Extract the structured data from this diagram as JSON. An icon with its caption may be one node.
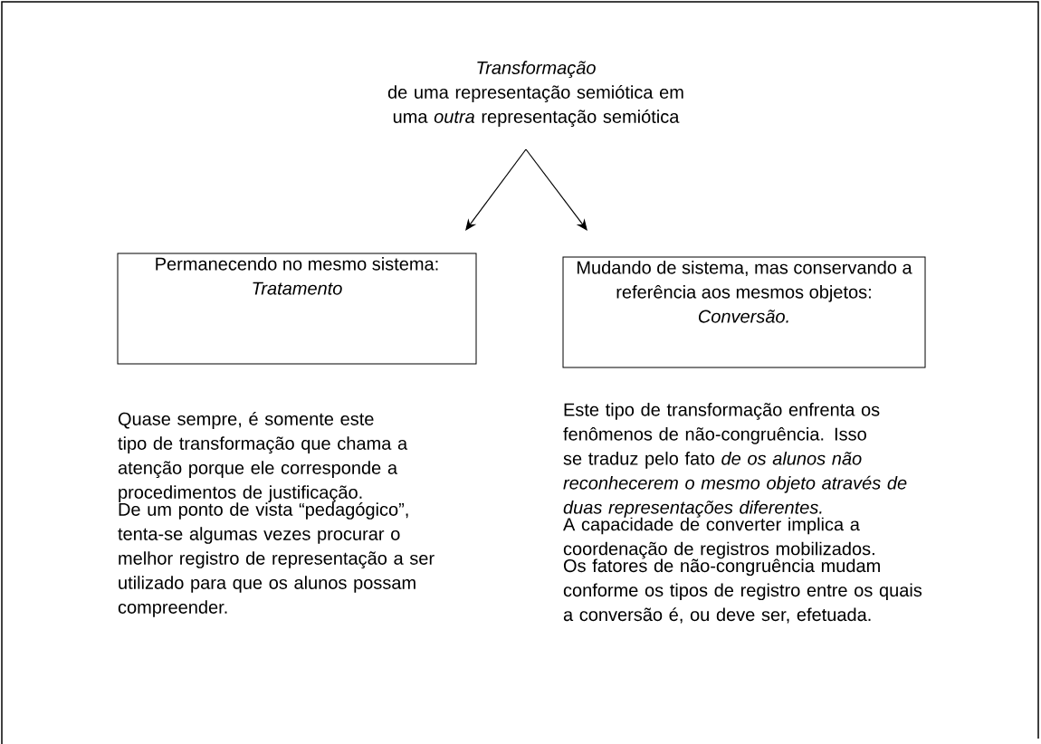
{
  "diagram": {
    "nodes": [
      {
        "text": [
          "Transformação",
          "de uma representação semiótica em uma *outra* representação semiótica"
        ]
      },
      {
        "text": [
          "Permanecendo no mesmo sistema: *Tratamento*"
        ]
      },
      {
        "text": [
          "Mudando de sistema, mas conservando a referência aos mesmos objetos: *Conversão.*"
        ]
      }
    ],
    "edges": [
      {
        "from": 0,
        "to": 1,
        "arrow": "to"
      },
      {
        "from": 0,
        "to": 2,
        "arrow": "to"
      }
    ],
    "labels": [
      "Quase sempre, é somente este tipo de transformação que chama a atenção porque ele corresponde a procedimentos de justificação.",
      "De um ponto de vista “pedagógico”, tenta-se algumas vezes procurar o melhor registro de representação a ser utilizado para que os alunos possam compreender.",
      "Este tipo de transformação enfrenta os fenômenos de não-congruência. Isso se traduz pelo fato *de os alunos não reconhecerem o mesmo objeto através de duas representações diferentes.*",
      "A capacidade de converter implica a coordenação de registros mobilizados.",
      "Os fatores de não-congruência mudam conforme os tipos de registro entre os quais a conversão é, ou deve ser, efetuada."
    ]
  }
}
